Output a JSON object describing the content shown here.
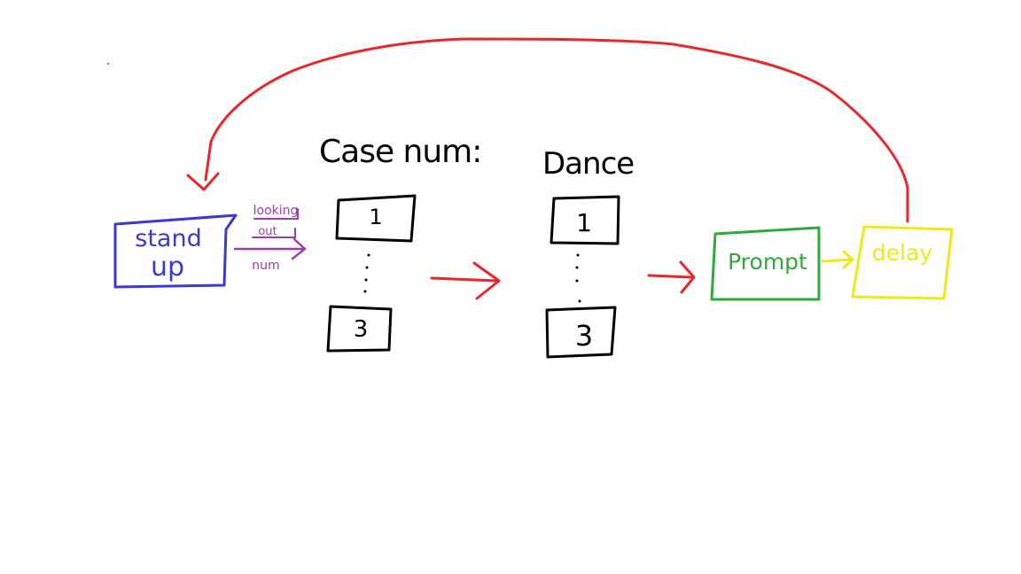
{
  "colors": {
    "background": "#ffffff",
    "ink": "#000000",
    "standup": "#3a3ad0",
    "label_purple": "#9b3fa8",
    "arrow_red": "#e8262b",
    "prompt_green": "#2eaa3c",
    "delay_yellow": "#eeea18"
  },
  "nodes": {
    "standup": {
      "label_line1": "stand",
      "label_line2": "up"
    },
    "case_num": {
      "heading": "Case num:",
      "first": "1",
      "ellipsis": ":",
      "last": "3"
    },
    "dance": {
      "heading": "Dance",
      "first": "1",
      "ellipsis": ":",
      "last": "3"
    },
    "prompt": {
      "label": "Prompt"
    },
    "delay": {
      "label": "delay"
    }
  },
  "edges": {
    "standup_to_case": {
      "label_top_line1": "looking",
      "label_top_line2": "out",
      "label_bottom": "num"
    },
    "case_to_dance": {},
    "dance_to_prompt": {},
    "prompt_to_delay": {},
    "delay_to_standup": {}
  }
}
